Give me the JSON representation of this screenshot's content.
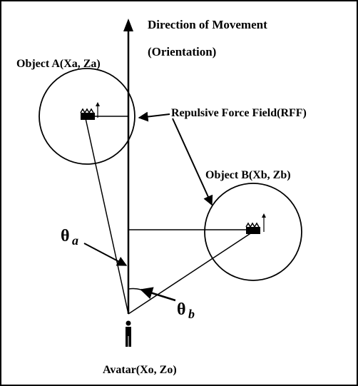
{
  "labels": {
    "direction": "Direction of Movement",
    "orientation": "(Orientation)",
    "object_a": "Object A(Xa, Za)",
    "object_b": "Object B(Xb, Zb)",
    "rff": "Repulsive Force Field(RFF)",
    "theta_a_symbol": "θ",
    "theta_a_sub": "a",
    "theta_b_symbol": "θ",
    "theta_b_sub": "b",
    "avatar": "Avatar(Xo, Zo)"
  },
  "colors": {
    "ink": "#000000",
    "background": "#ffffff"
  },
  "icons": {
    "avatar": "person-icon",
    "object_a": "object-icon",
    "object_b": "object-icon"
  }
}
